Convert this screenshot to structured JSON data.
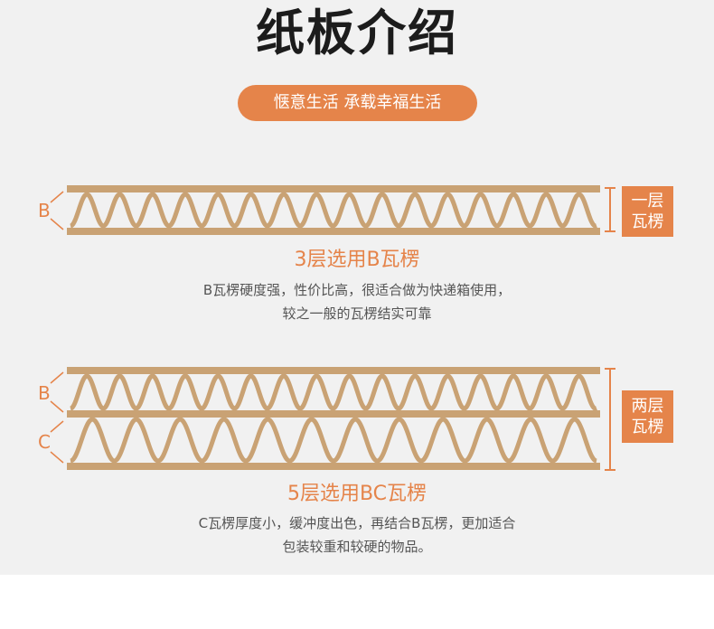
{
  "title": "纸板介绍",
  "slogan": "惬意生活 承载幸福生活",
  "single": {
    "flute_letter": "B",
    "tag_line1": "一层",
    "tag_line2": "瓦楞",
    "caption": "3层选用B瓦楞",
    "desc_line1": "B瓦楞硬度强，性价比高，很适合做为快递箱使用，",
    "desc_line2": "较之一般的瓦楞结实可靠"
  },
  "double": {
    "flute_letter_top": "B",
    "flute_letter_bottom": "C",
    "tag_line1": "两层",
    "tag_line2": "瓦楞",
    "caption": "5层选用BC瓦楞",
    "desc_line1": "C瓦楞厚度小，缓冲度出色，再结合B瓦楞，更加适合",
    "desc_line2": "包装较重和较硬的物品。"
  },
  "colors": {
    "accent": "#e5844a",
    "liner": "#c9a274",
    "flute": "#c9a274",
    "title": "#1c1c1c"
  }
}
